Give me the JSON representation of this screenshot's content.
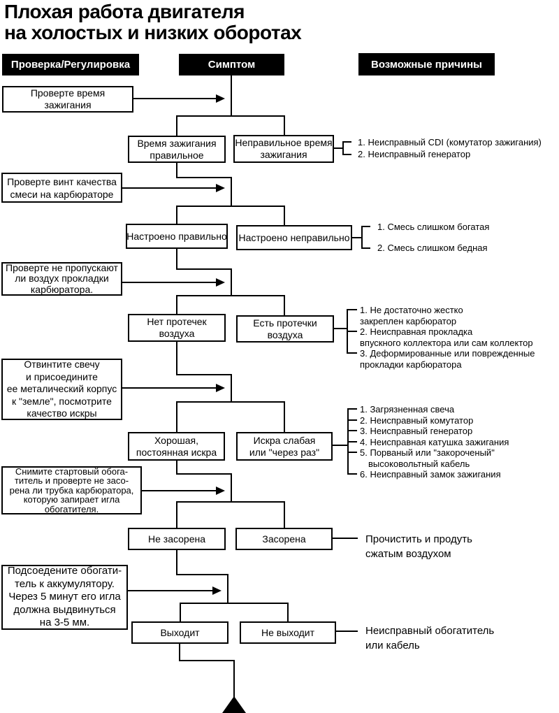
{
  "title_lines": [
    "Плохая работа двигателя",
    "на холостых и низких оборотах"
  ],
  "headers": {
    "check": "Проверка/Регулировка",
    "symptom": "Симптом",
    "causes": "Возможные причины"
  },
  "colors": {
    "ink": "#000000",
    "paper": "#ffffff",
    "header_bg": "#000000",
    "header_text": "#ffffff"
  },
  "stages": [
    {
      "check": [
        "Проверте время",
        "зажигания"
      ],
      "ok": [
        "Время зажигания",
        "правильное"
      ],
      "bad": [
        "Неправильное время",
        "зажигания"
      ],
      "causes": [
        "1. Неисправный CDI (комутатор зажигания)",
        "2. Неисправный генератор"
      ]
    },
    {
      "check": [
        "Проверте винт качества",
        "смеси на карбюраторе"
      ],
      "ok": [
        "Настроено правильно"
      ],
      "bad": [
        "Настроено неправильно"
      ],
      "causes": [
        "1. Смесь слишком богатая",
        "2. Смесь слишком бедная"
      ]
    },
    {
      "check": [
        "Проверте не пропускают",
        "ли воздух прокладки",
        "карбюратора."
      ],
      "ok": [
        "Нет протечек",
        "воздуха"
      ],
      "bad": [
        "Есть протечки",
        "воздуха"
      ],
      "causes": [
        "1. Не достаточно жестко",
        "закреплен карбюратор",
        "2. Неисправная прокладка",
        "впускного коллектора или сам коллектор",
        "3. Деформированные или поврежденные",
        "прокладки карбюратора"
      ]
    },
    {
      "check": [
        "Отвинтите свечу",
        "и присоедините",
        "ее металический корпус",
        "к \"земле\", посмотрите",
        "качество искры"
      ],
      "ok": [
        "Хорошая,",
        "постоянная искра"
      ],
      "bad": [
        "Искра слабая",
        "или \"через раз\""
      ],
      "causes": [
        "1. Загрязненная свеча",
        "2. Неисправный комутатор",
        "3. Неисправный генератор",
        "4. Неисправная катушка зажигания",
        "5. Порваный или \"закороченый\"",
        "высоковольтный кабель",
        "6. Неисправный замок зажигания"
      ]
    },
    {
      "check": [
        "Снимите стартовый обога-",
        "титель и проверте не засо-",
        "рена ли трубка карбюратора,",
        "которую запирает игла",
        "обогатителя."
      ],
      "ok": [
        "Не засорена"
      ],
      "bad": [
        "Засорена"
      ],
      "causes": [
        "Прочистить и продуть",
        "сжатым воздухом"
      ]
    },
    {
      "check": [
        "Подсоедените обогати-",
        "тель к аккумулятору.",
        "Через 5 минут его игла",
        "должна выдвинуться",
        "на 3-5 мм."
      ],
      "ok": [
        "Выходит"
      ],
      "bad": [
        "Не выходит"
      ],
      "causes": [
        "Неисправный обогатитель",
        "или кабель"
      ]
    }
  ]
}
